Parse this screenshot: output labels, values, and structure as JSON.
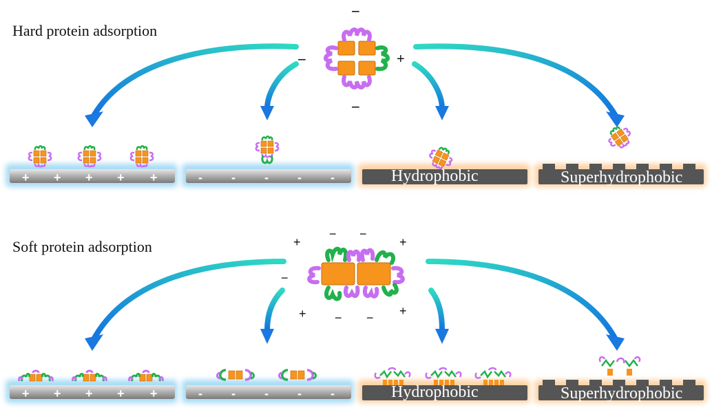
{
  "sections": {
    "hard": {
      "title": "Hard protein adsorption"
    },
    "soft": {
      "title": "Soft protein adsorption"
    }
  },
  "surfaces": {
    "positive": {
      "sign": "+"
    },
    "negative": {
      "sign": "-"
    },
    "hydrophobic": {
      "label": "Hydrophobic"
    },
    "superhydrophobic": {
      "label": "Superhydrophobic"
    }
  },
  "charges": {
    "plus": "+",
    "minus": "−"
  },
  "colors": {
    "arrow_start": "#29d3c2",
    "arrow_end": "#1478e0",
    "domain_core": "#f7941d",
    "loop_purple": "#c76ef0",
    "loop_green": "#22b14c",
    "surface_gray": "#a9a9a9",
    "surface_dark": "#555555",
    "glow_blue": "#a8dcf5",
    "glow_orange": "#fcd3a6"
  }
}
